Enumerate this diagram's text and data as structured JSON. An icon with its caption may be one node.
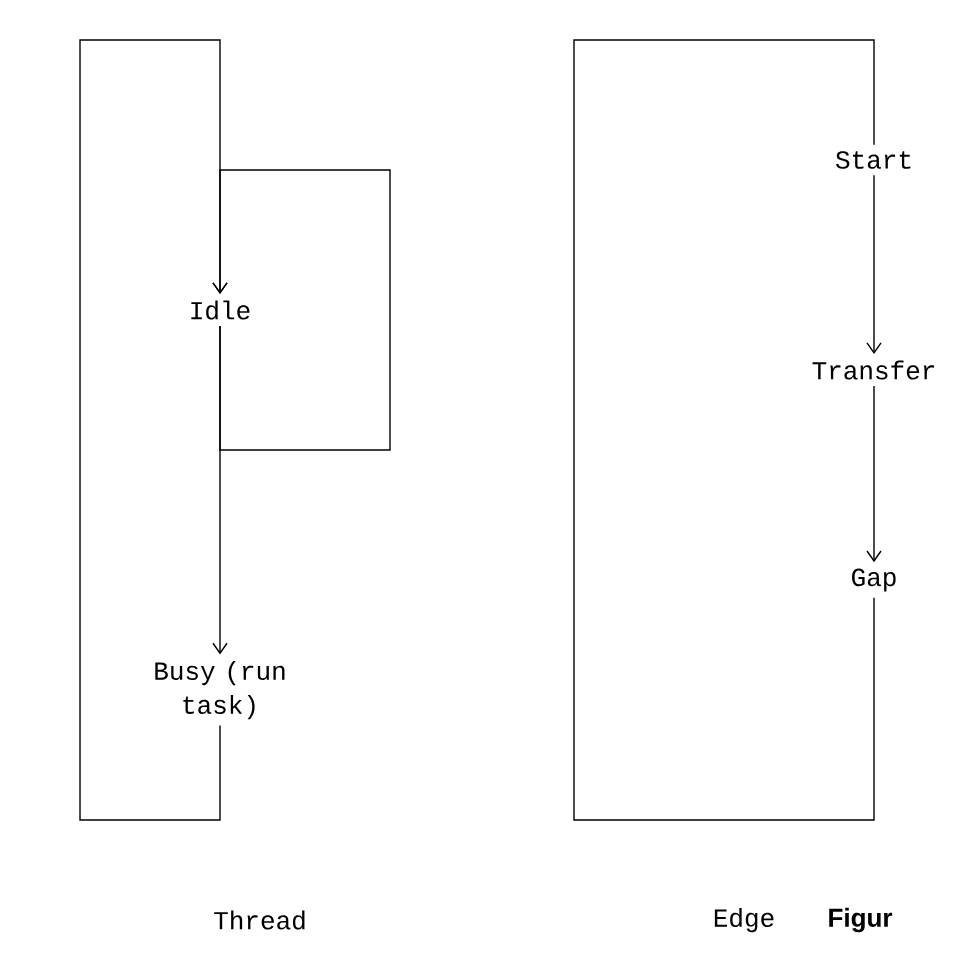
{
  "diagram": {
    "nodes": [
      {
        "text": [
          "Idle"
        ]
      },
      {
        "text": [
          "Busy (run task)"
        ]
      },
      {
        "text": [
          "Start"
        ]
      },
      {
        "text": [
          "Transfer"
        ]
      },
      {
        "text": [
          "Gap"
        ]
      }
    ],
    "edges": [
      {
        "from": 1,
        "to": 0,
        "arrow": "to"
      },
      {
        "from": 0,
        "to": 0,
        "arrow": "to"
      },
      {
        "from": 0,
        "to": 1,
        "arrow": "to"
      },
      {
        "from": 2,
        "to": 3,
        "arrow": "to"
      },
      {
        "from": 3,
        "to": 4,
        "arrow": "to"
      },
      {
        "from": 4,
        "to": 2,
        "arrow": "none"
      }
    ],
    "labels": [
      "Thread",
      "Edge",
      "Figur"
    ]
  }
}
